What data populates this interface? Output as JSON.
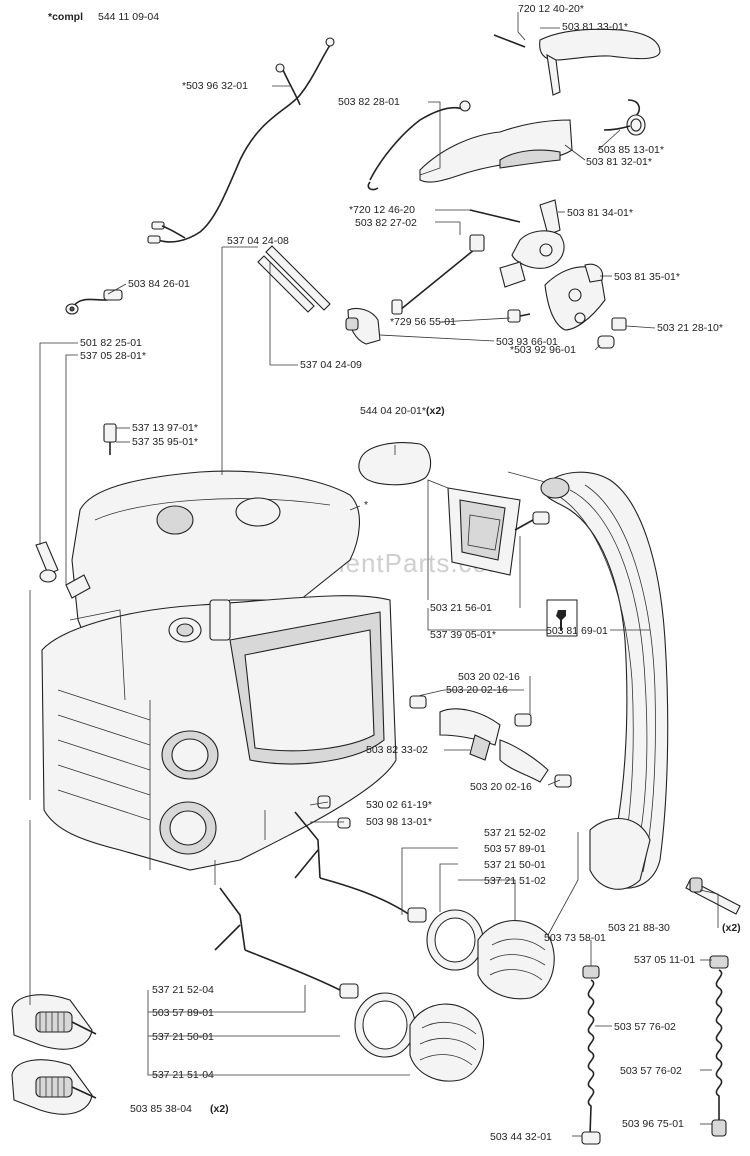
{
  "header": {
    "compl_label": "*compl",
    "compl_number": "544 11 09-04"
  },
  "watermark": "eReplacementParts.com",
  "labels": {
    "l_72012_40": "720 12 40-20*",
    "l_50381_33": "503 81 33-01*",
    "l_50396_32": "*503 96 32-01",
    "l_50382_28": "503 82 28-01",
    "l_50385_13": "503 85 13-01*",
    "l_50381_32": "503 81 32-01*",
    "l_72012_46": "*720 12 46-20",
    "l_50382_27": "503 82 27-02",
    "l_50381_34": "503 81 34-01*",
    "l_53704_08": "537 04 24-08",
    "l_50381_35": "503 81 35-01*",
    "l_50384_26": "503 84 26-01",
    "l_72956_55": "*729 56 55-01",
    "l_50321_28": "503 21 28-10*",
    "l_50393_66": "503 93 66-01",
    "l_50392_96": "*503 92 96-01",
    "l_50182_25": "501 82 25-01",
    "l_53705_28": "537 05 28-01*",
    "l_53704_09": "537 04 24-09",
    "l_53713_97": "537 13 97-01*",
    "l_53735_95": "537 35 95-01*",
    "l_54404_20": "544 04 20-01*",
    "l_54404_20_qty": "(x2)",
    "l_asterisk": "*",
    "l_50321_56": "503 21 56-01",
    "l_53739_05": "537 39 05-01*",
    "l_50381_69": "503 81 69-01",
    "l_50320_a": "503 20 02-16",
    "l_50320_b": "503 20 02-16",
    "l_50382_33": "503 82 33-02",
    "l_50320_c": "503 20 02-16",
    "l_53002_61": "530 02 61-19*",
    "l_50398_13": "503 98 13-01*",
    "l_53721_5202": "537 21 52-02",
    "l_50357_89a": "503 57 89-01",
    "l_53721_50a": "537 21 50-01",
    "l_53721_5102": "537 21 51-02",
    "l_50321_88": "503 21 88-30",
    "l_50321_88_qty": "(x2)",
    "l_50373_58": "503 73 58-01",
    "l_53705_11": "537 05 11-01",
    "l_53721_5204": "537 21 52-04",
    "l_50357_76_02a": "503 57 76-02",
    "l_50357_89b": "503 57 89-01",
    "l_53721_50b": "537 21 50-01",
    "l_50357_76_02b": "503 57 76-02",
    "l_53721_5104": "537 21 51-04",
    "l_50385_38": "503 85 38-04",
    "l_50385_38_qty": "(x2)",
    "l_50396_75": "503 96 75-01",
    "l_50344_32": "503 44 32-01"
  }
}
